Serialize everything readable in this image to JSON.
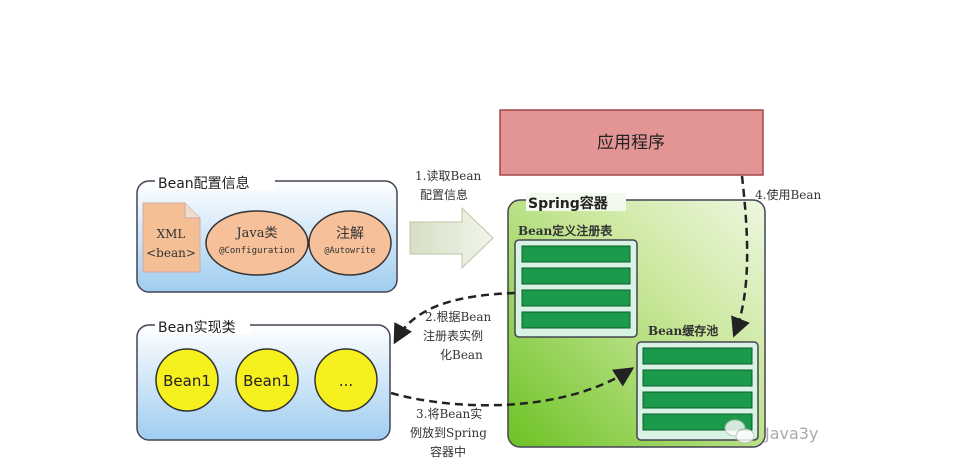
{
  "app": {
    "label": "应用程序"
  },
  "container": {
    "label": "Spring容器",
    "registry_label": "Bean定义注册表",
    "pool_label": "Bean缓存池"
  },
  "config": {
    "title": "Bean配置信息",
    "xml_line1": "XML",
    "xml_line2": "<bean>",
    "java_title": "Java类",
    "java_sub": "@Configuration",
    "anno_title": "注解",
    "anno_sub": "@Autowrite"
  },
  "impl": {
    "title": "Bean实现类",
    "beans": [
      "Bean1",
      "Bean1",
      "..."
    ]
  },
  "steps": {
    "s1": [
      "1.读取Bean",
      "配置信息"
    ],
    "s2": [
      "2.根据Bean",
      "注册表实例",
      "化Bean"
    ],
    "s3": [
      "3.将Bean实",
      "例放到Spring",
      "容器中"
    ],
    "s4": "4.使用Bean"
  },
  "watermark": "Java3y",
  "colors": {
    "app": "#e39595",
    "container": "#8fd04a",
    "bar": "#1a9a4a",
    "bean": "#f5f01e",
    "ellipse": "#f5c09a"
  }
}
